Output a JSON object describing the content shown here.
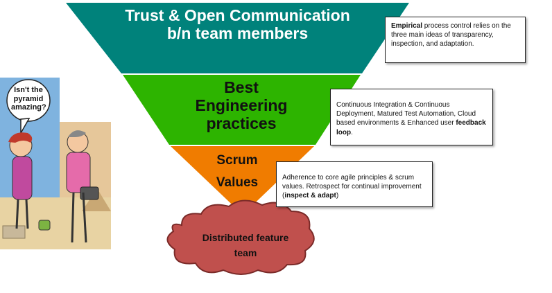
{
  "pyramid": {
    "top_layer_label": "Trust & Open Communication b/n team members",
    "middle_layer_label": "Best Engineering practices",
    "bottom_layer_label_line1": "Scrum",
    "bottom_layer_label_line2": "Values",
    "colors": {
      "top": "#00827B",
      "middle": "#2DB400",
      "bottom": "#F07C00",
      "cloud": "#C0504D"
    }
  },
  "cloud": {
    "line1": "Distributed feature",
    "line2": "team"
  },
  "notes": {
    "top": {
      "bold": "Empirical",
      "text": " process control relies on the three main  ideas of transparency, inspection, and adaptation."
    },
    "middle": {
      "text": "Continuous Integration & Continuous Deployment, Matured Test Automation, Cloud based environments & Enhanced user ",
      "bold": "feedback loop",
      "tail": "."
    },
    "bottom": {
      "text": "Adherence to core agile principles & scrum values. Retrospect for continual improvement  (",
      "bold": "inspect & adapt",
      "tail": ")"
    }
  },
  "cartoon": {
    "speech": "Isn't the pyramid amazing?"
  }
}
